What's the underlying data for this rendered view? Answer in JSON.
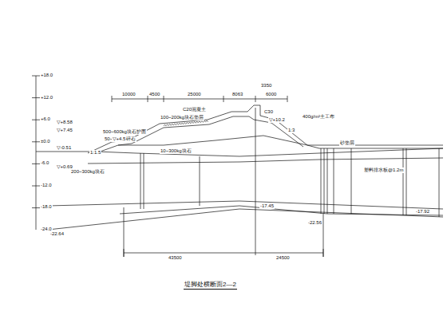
{
  "diagram": {
    "caption": "堤脚处横断面2—2",
    "labels": [
      "+18.0",
      "+12.0",
      "+6.0",
      "±0.0",
      "-6.0",
      "-12.0",
      "-18.0",
      "-24.0",
      "10000",
      "4500",
      "25000",
      "8063",
      "3350",
      "6000",
      "▽+8.58",
      "▽+7.45",
      "▽-0.51",
      "▽+0.69",
      "200~300kg块石",
      "500~600kg块石护面",
      "100~200kg块石垫层",
      "50~100kg碎石",
      "C20混凝土",
      "C30",
      "▽+10.2",
      "400g/m²土工布",
      "10~300kg块石",
      "▽+4.5",
      "-17.92",
      "-22.64",
      "-22.56",
      "-17.45",
      "43500",
      "24500",
      "1:1.5",
      "1:3",
      "塑料排水板@1.2m",
      "砂垫层"
    ]
  }
}
